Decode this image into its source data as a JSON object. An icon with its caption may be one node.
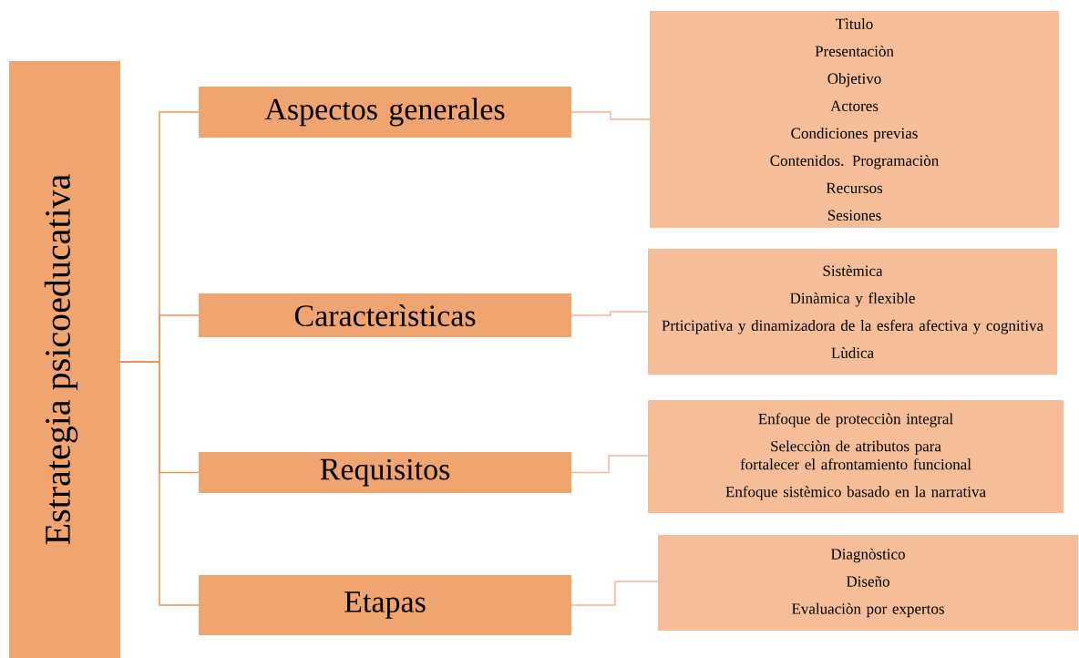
{
  "diagram": {
    "nodes": [
      {
        "text": [
          "Estrategia psicoeducativa"
        ]
      },
      {
        "text": [
          "Aspectos generales"
        ]
      },
      {
        "text": [
          "Caracterìsticas"
        ]
      },
      {
        "text": [
          "Requisitos"
        ]
      },
      {
        "text": [
          "Etapas"
        ]
      },
      {
        "text": [
          "Tìtulo",
          "Presentaciòn",
          "Objetivo",
          "Actores",
          "Condiciones previas",
          "Contenidos. Programaciòn",
          "Recursos",
          "Sesiones"
        ]
      },
      {
        "text": [
          "Sistèmica",
          "Dinàmica y flexible",
          "Prticipativa y dinamizadora de la esfera afectiva y cognitiva",
          "Lùdica"
        ]
      },
      {
        "text": [
          "Enfoque de protecciòn integral",
          "Selecciòn de atributos para fortalecer el afrontamiento funcional",
          "Enfoque sistèmico basado en la narrativa"
        ]
      },
      {
        "text": [
          "Diagnòstico",
          "Diseño",
          "Evaluaciòn por expertos"
        ]
      }
    ],
    "edges": [
      {
        "from": 0,
        "to": 1,
        "arrow": "none"
      },
      {
        "from": 0,
        "to": 2,
        "arrow": "none"
      },
      {
        "from": 0,
        "to": 3,
        "arrow": "none"
      },
      {
        "from": 0,
        "to": 4,
        "arrow": "none"
      },
      {
        "from": 1,
        "to": 5,
        "arrow": "none",
        "color": "#f4b497"
      },
      {
        "from": 2,
        "to": 6,
        "arrow": "none",
        "color": "#f4b497"
      },
      {
        "from": 3,
        "to": 7,
        "arrow": "none",
        "color": "#f4b497"
      },
      {
        "from": 4,
        "to": 8,
        "arrow": "none",
        "color": "#f4b497"
      }
    ]
  }
}
